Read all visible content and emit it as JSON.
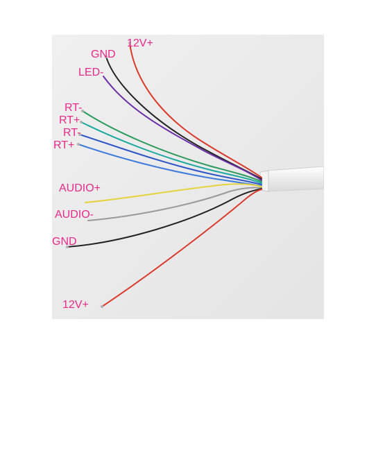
{
  "labels": {
    "top_12v": "12V+",
    "top_gnd": "GND",
    "led": "LED-",
    "rt1": "RT-",
    "rt2": "RT+",
    "rt3": "RT-",
    "rt4": "RT+",
    "audio_plus": "AUDIO+",
    "audio_minus": "AUDIO-",
    "gnd": "GND",
    "bottom_12v": "12V+"
  },
  "colors": {
    "label": "#e8288a",
    "background": "#ebebeb",
    "cable": "#f6f6f6",
    "red": "#d93a2b",
    "black": "#222222",
    "purple": "#6b2fa8",
    "green": "#2a9a5a",
    "teal": "#1aa7a0",
    "blue": "#2d55c8",
    "yellow": "#e6d23a",
    "gray": "#9a9a9a"
  }
}
